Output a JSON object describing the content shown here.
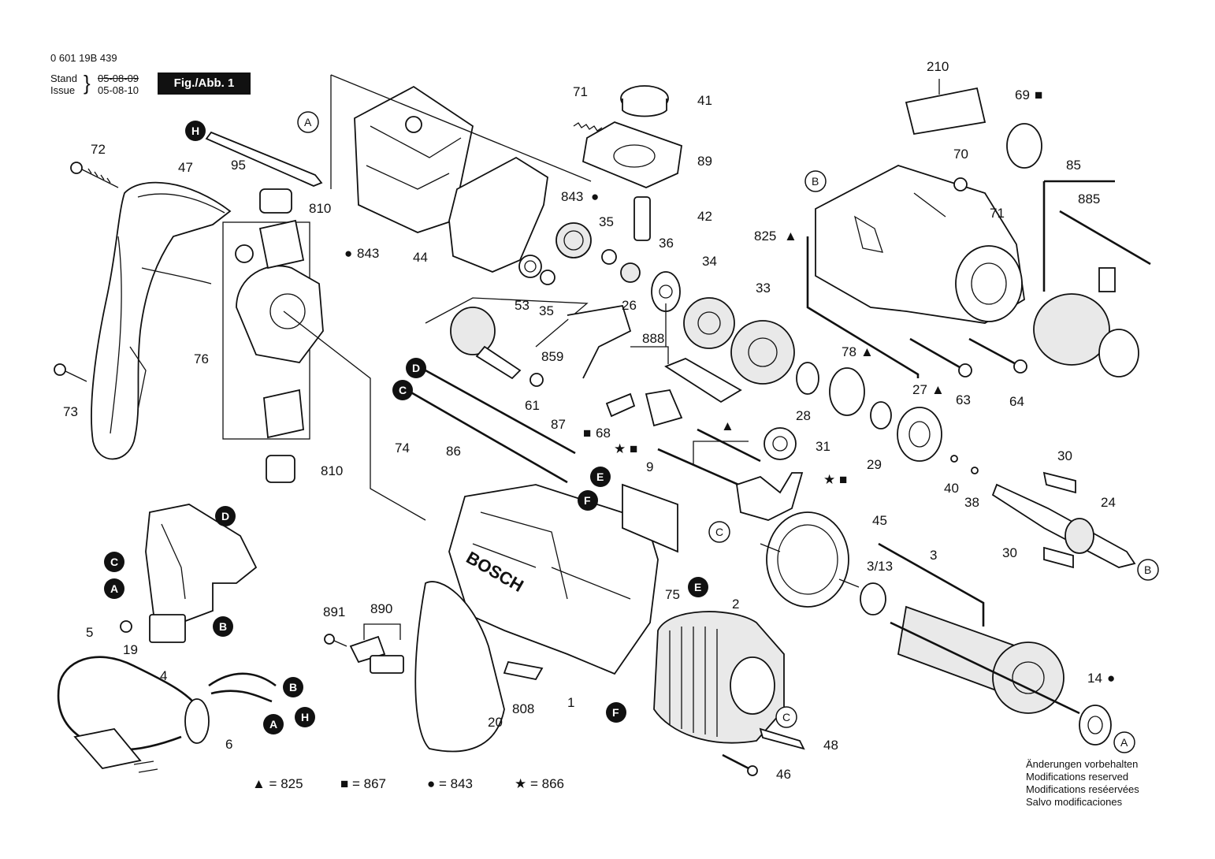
{
  "header": {
    "doc_number": "0 601 19B 439",
    "stand_label": "Stand",
    "issue_label": "Issue",
    "stand_date": "05-08-09",
    "issue_date": "05-08-10",
    "figure_label": "Fig./Abb. 1"
  },
  "parts": {
    "p72": "72",
    "p47": "47",
    "p73": "73",
    "p95": "95",
    "p810a": "810",
    "p810b": "810",
    "p76": "76",
    "p843a": "843",
    "p843b": "843",
    "p44": "44",
    "p71a": "71",
    "p41": "41",
    "p89": "89",
    "p42": "42",
    "p35a": "35",
    "p36": "36",
    "p53": "53",
    "p35b": "35",
    "p26": "26",
    "p34": "34",
    "p33": "33",
    "p859": "859",
    "p61": "61",
    "p888": "888",
    "p68": "68",
    "p87": "87",
    "p86": "86",
    "p74": "74",
    "p9": "9",
    "p31": "31",
    "p28": "28",
    "p78": "78",
    "p29": "29",
    "p27": "27",
    "p210": "210",
    "p69": "69",
    "p70": "70",
    "p71b": "71",
    "p85": "85",
    "p885": "885",
    "p825": "825",
    "p63": "63",
    "p64": "64",
    "p40": "40",
    "p38": "38",
    "p30a": "30",
    "p30b": "30",
    "p24": "24",
    "p45": "45",
    "p3_13": "3/13",
    "p3": "3",
    "p75": "75",
    "p2": "2",
    "p891": "891",
    "p890": "890",
    "p5": "5",
    "p19": "19",
    "p4": "4",
    "p6": "6",
    "p20": "20",
    "p808": "808",
    "p1": "1",
    "p48": "48",
    "p46": "46",
    "p14": "14"
  },
  "markers": {
    "A": "A",
    "B": "B",
    "C": "C",
    "D": "D",
    "E": "E",
    "F": "F",
    "H": "H"
  },
  "brand_text": "BOSCH",
  "legend": {
    "triangle": "▲ = 825",
    "square": "■ = 867",
    "dot": "● = 843",
    "star": "★ = 866"
  },
  "notes": [
    "Änderungen vorbehalten",
    "Modifications reserved",
    "Modifications reséervées",
    "Salvo modificaciones"
  ]
}
